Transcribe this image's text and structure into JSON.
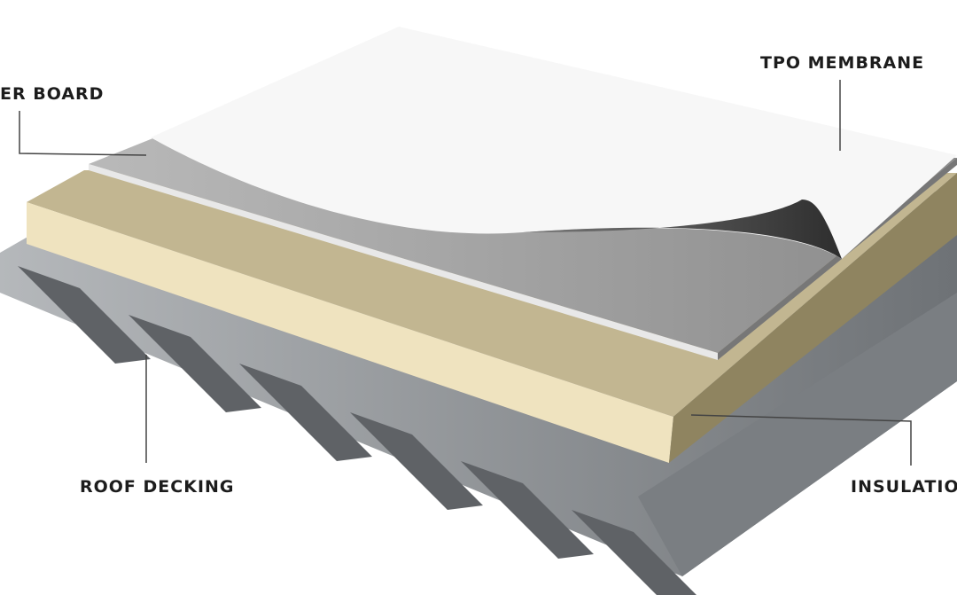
{
  "labels": {
    "cover_board": "ER BOARD",
    "tpo_membrane": "TPO MEMBRANE",
    "roof_decking": "ROOF DECKING",
    "insulation": "INSULATIO"
  },
  "colors": {
    "membrane": "#f7f7f7",
    "cover_board": "#a9a9a9",
    "insulation_front": "#efe3bf",
    "insulation_top": "#c2b691",
    "deck": "#8c8f93",
    "leader_line": "#444444"
  }
}
